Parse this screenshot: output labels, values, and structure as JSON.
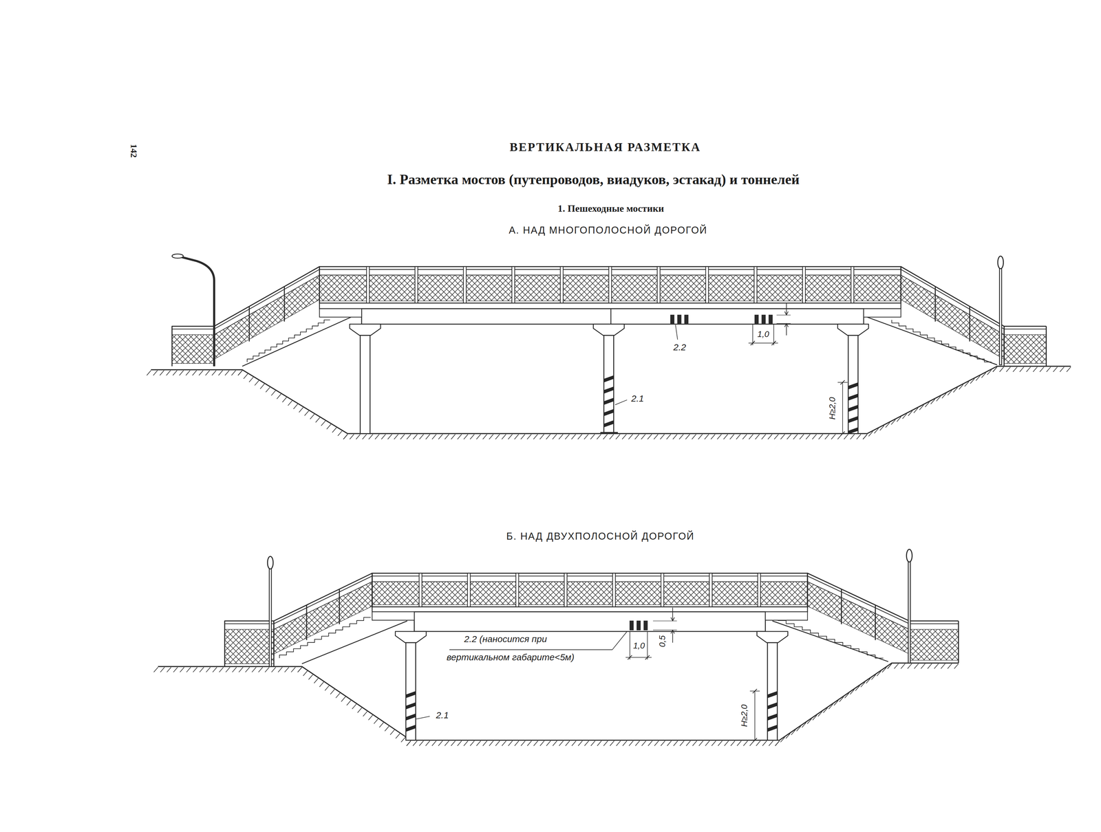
{
  "diagram": {
    "title": "ВЕРТИКАЛЬНАЯ РАЗМЕТКА",
    "labels": [
      "142",
      "I. Разметка мостов (путепроводов, виадуков, эстакад) и тоннелей",
      "1. Пешеходные мостики",
      "А. НАД МНОГОПОЛОСНОЙ ДОРОГОЙ",
      "2.2",
      "1,0",
      "2.1",
      "H≥2,0",
      "Б. НАД ДВУХПОЛОСНОЙ ДОРОГОЙ",
      "2.2 (наносится при вертикальном габарите<5м)",
      "1,0",
      "0,5",
      "2.1",
      "H≥2,0"
    ]
  }
}
